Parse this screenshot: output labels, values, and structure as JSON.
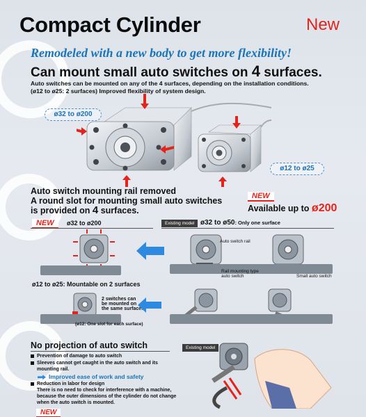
{
  "header": {
    "title": "Compact Cylinder",
    "new_label": "New"
  },
  "intro": {
    "subtitle": "Remodeled with a new body to get more flexibility!",
    "headline_part1": "Can mount small auto switches on ",
    "headline_number": "4",
    "headline_part2": " surfaces.",
    "desc_line1": "Auto switches can be mounted on any of the 4 surfaces, depending on the installation conditions.",
    "desc_line2": "(ø12 to ø25: 2 surfaces) Improved flexibility of system design."
  },
  "size_labels": {
    "large": "ø32 to ø200",
    "small": "ø12 to ø25"
  },
  "rail": {
    "line1": "Auto switch mounting rail removed",
    "line2": "A round slot for mounting small auto switches",
    "line3_part1": "is provided on ",
    "line3_number": "4",
    "line3_part2": " surfaces.",
    "new_badge": "NEW",
    "available_prefix": "Available up to ",
    "available_size": "ø200"
  },
  "left_panel": {
    "new_badge": "NEW",
    "size_label": "ø32 to ø200",
    "small_title": "ø12 to ø25: Mountable on 2 surfaces",
    "switches_note_1": "2 switches can",
    "switches_note_2": "be mounted on",
    "switches_note_3": "the same surface.",
    "slot_note": "(ø12: One slot for each surface)"
  },
  "right_panel": {
    "existing_label": "Existing model",
    "size_label": "ø32 to ø50",
    "size_suffix": ": Only one surface",
    "auto_switch_rail": "Auto switch rail",
    "rail_mounting_1": "Rail mounting type",
    "rail_mounting_2": "auto switch",
    "small_auto_switch": "Small auto switch"
  },
  "projection": {
    "title": "No projection of auto switch",
    "bullet1": "Prevention of damage to auto switch",
    "bullet2_1": "Sleeves cannot get caught in the auto switch and its",
    "bullet2_2": "mounting rail.",
    "improved": "Improved ease of work and safety",
    "bullet3": "Reduction in labor for design",
    "bullet3_sub1": "There is no need to check for interference with a machine,",
    "bullet3_sub2": "because the outer dimensions of the cylinder do not change",
    "bullet3_sub3": "when the auto switch is mounted.",
    "existing_label": "Existing model",
    "new_badge": "NEW"
  },
  "colors": {
    "accent_red": "#e5231b",
    "accent_blue": "#1a74b8"
  }
}
